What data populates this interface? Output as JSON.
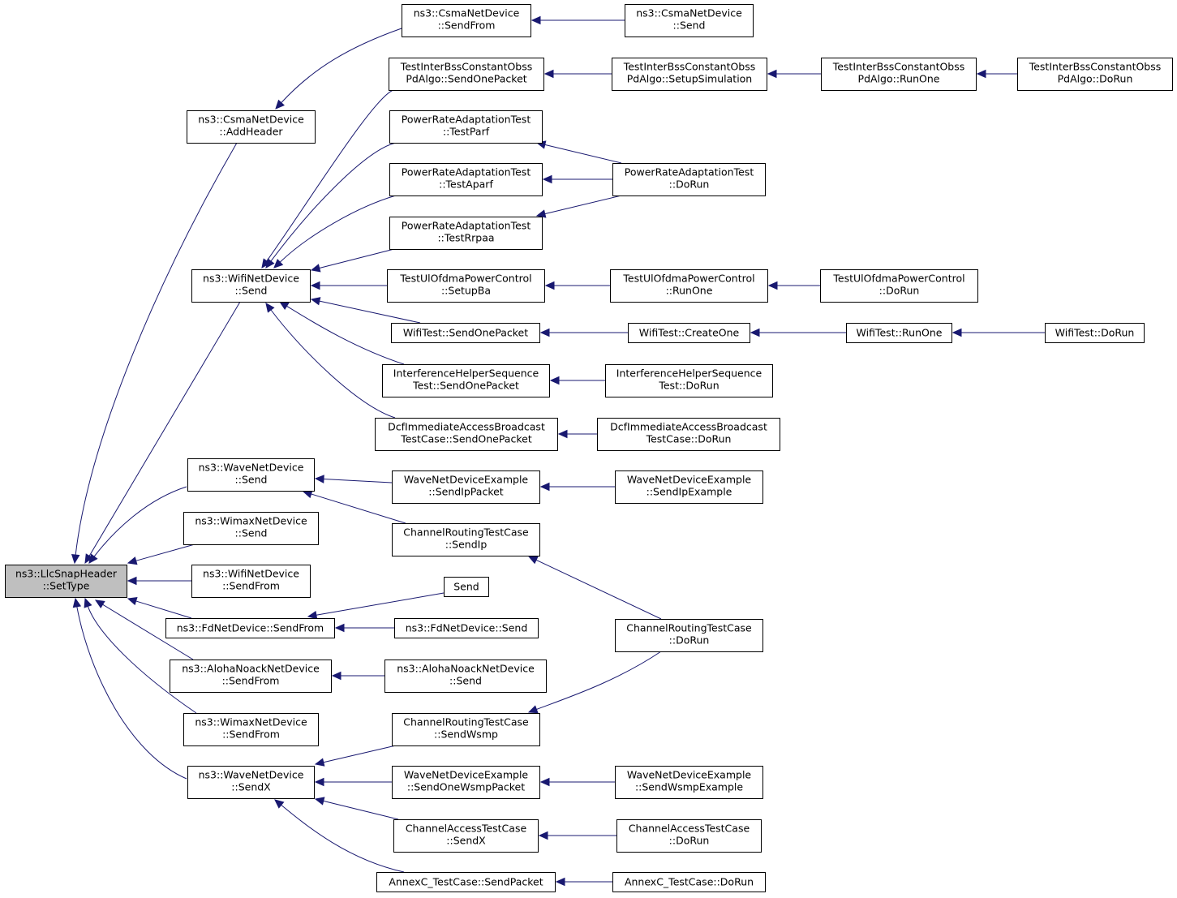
{
  "diagram": {
    "type": "call-graph",
    "colors": {
      "edge": "#191970",
      "node_fill": "#ffffff",
      "root_fill": "#bfbfbf",
      "border": "#000000"
    },
    "nodes": [
      {
        "id": "root",
        "lines": [
          "ns3::LlcSnapHeader",
          "::SetType"
        ]
      },
      {
        "id": "csma_addheader",
        "lines": [
          "ns3::CsmaNetDevice",
          "::AddHeader"
        ]
      },
      {
        "id": "wifi_send",
        "lines": [
          "ns3::WifiNetDevice",
          "::Send"
        ]
      },
      {
        "id": "wave_send",
        "lines": [
          "ns3::WaveNetDevice",
          "::Send"
        ]
      },
      {
        "id": "wimax_send",
        "lines": [
          "ns3::WimaxNetDevice",
          "::Send"
        ]
      },
      {
        "id": "wifi_sendfrom",
        "lines": [
          "ns3::WifiNetDevice",
          "::SendFrom"
        ]
      },
      {
        "id": "fd_sendfrom",
        "lines": [
          "ns3::FdNetDevice::SendFrom"
        ]
      },
      {
        "id": "aloha_sendfrom",
        "lines": [
          "ns3::AlohaNoackNetDevice",
          "::SendFrom"
        ]
      },
      {
        "id": "wimax_sendfrom",
        "lines": [
          "ns3::WimaxNetDevice",
          "::SendFrom"
        ]
      },
      {
        "id": "wave_sendx",
        "lines": [
          "ns3::WaveNetDevice",
          "::SendX"
        ]
      },
      {
        "id": "csma_sendfrom",
        "lines": [
          "ns3::CsmaNetDevice",
          "::SendFrom"
        ]
      },
      {
        "id": "csma_send",
        "lines": [
          "ns3::CsmaNetDevice",
          "::Send"
        ]
      },
      {
        "id": "tib_sendone",
        "lines": [
          "TestInterBssConstantObss",
          "PdAlgo::SendOnePacket"
        ]
      },
      {
        "id": "tib_setup",
        "lines": [
          "TestInterBssConstantObss",
          "PdAlgo::SetupSimulation"
        ]
      },
      {
        "id": "tib_runone",
        "lines": [
          "TestInterBssConstantObss",
          "PdAlgo::RunOne"
        ]
      },
      {
        "id": "tib_dorun",
        "lines": [
          "TestInterBssConstantObss",
          "PdAlgo::DoRun"
        ]
      },
      {
        "id": "pra_parf",
        "lines": [
          "PowerRateAdaptationTest",
          "::TestParf"
        ]
      },
      {
        "id": "pra_aparf",
        "lines": [
          "PowerRateAdaptationTest",
          "::TestAparf"
        ]
      },
      {
        "id": "pra_rrpaa",
        "lines": [
          "PowerRateAdaptationTest",
          "::TestRrpaa"
        ]
      },
      {
        "id": "pra_dorun",
        "lines": [
          "PowerRateAdaptationTest",
          "::DoRun"
        ]
      },
      {
        "id": "tul_setupba",
        "lines": [
          "TestUlOfdmaPowerControl",
          "::SetupBa"
        ]
      },
      {
        "id": "tul_runone",
        "lines": [
          "TestUlOfdmaPowerControl",
          "::RunOne"
        ]
      },
      {
        "id": "tul_dorun",
        "lines": [
          "TestUlOfdmaPowerControl",
          "::DoRun"
        ]
      },
      {
        "id": "wt_sendone",
        "lines": [
          "WifiTest::SendOnePacket"
        ]
      },
      {
        "id": "wt_createone",
        "lines": [
          "WifiTest::CreateOne"
        ]
      },
      {
        "id": "wt_runone",
        "lines": [
          "WifiTest::RunOne"
        ]
      },
      {
        "id": "wt_dorun",
        "lines": [
          "WifiTest::DoRun"
        ]
      },
      {
        "id": "ihs_sendone",
        "lines": [
          "InterferenceHelperSequence",
          "Test::SendOnePacket"
        ]
      },
      {
        "id": "ihs_dorun",
        "lines": [
          "InterferenceHelperSequence",
          "Test::DoRun"
        ]
      },
      {
        "id": "dcf_sendone",
        "lines": [
          "DcfImmediateAccessBroadcast",
          "TestCase::SendOnePacket"
        ]
      },
      {
        "id": "dcf_dorun",
        "lines": [
          "DcfImmediateAccessBroadcast",
          "TestCase::DoRun"
        ]
      },
      {
        "id": "wnde_sendip",
        "lines": [
          "WaveNetDeviceExample",
          "::SendIpPacket"
        ]
      },
      {
        "id": "wnde_sendipex",
        "lines": [
          "WaveNetDeviceExample",
          "::SendIpExample"
        ]
      },
      {
        "id": "crt_sendip",
        "lines": [
          "ChannelRoutingTestCase",
          "::SendIp"
        ]
      },
      {
        "id": "send",
        "lines": [
          "Send"
        ]
      },
      {
        "id": "fd_send",
        "lines": [
          "ns3::FdNetDevice::Send"
        ]
      },
      {
        "id": "crt_dorun",
        "lines": [
          "ChannelRoutingTestCase",
          "::DoRun"
        ]
      },
      {
        "id": "aloha_send",
        "lines": [
          "ns3::AlohaNoackNetDevice",
          "::Send"
        ]
      },
      {
        "id": "crt_sendwsmp",
        "lines": [
          "ChannelRoutingTestCase",
          "::SendWsmp"
        ]
      },
      {
        "id": "wnde_sendwsmp",
        "lines": [
          "WaveNetDeviceExample",
          "::SendOneWsmpPacket"
        ]
      },
      {
        "id": "wnde_sendwsmpex",
        "lines": [
          "WaveNetDeviceExample",
          "::SendWsmpExample"
        ]
      },
      {
        "id": "cat_sendx",
        "lines": [
          "ChannelAccessTestCase",
          "::SendX"
        ]
      },
      {
        "id": "cat_dorun",
        "lines": [
          "ChannelAccessTestCase",
          "::DoRun"
        ]
      },
      {
        "id": "annexc_send",
        "lines": [
          "AnnexC_TestCase::SendPacket"
        ]
      },
      {
        "id": "annexc_dorun",
        "lines": [
          "AnnexC_TestCase::DoRun"
        ]
      }
    ],
    "edges": [
      {
        "from": "csma_addheader",
        "to": "root"
      },
      {
        "from": "wifi_send",
        "to": "root"
      },
      {
        "from": "wave_send",
        "to": "root"
      },
      {
        "from": "wimax_send",
        "to": "root"
      },
      {
        "from": "wifi_sendfrom",
        "to": "root"
      },
      {
        "from": "fd_sendfrom",
        "to": "root"
      },
      {
        "from": "aloha_sendfrom",
        "to": "root"
      },
      {
        "from": "wimax_sendfrom",
        "to": "root"
      },
      {
        "from": "wave_sendx",
        "to": "root"
      },
      {
        "from": "csma_sendfrom",
        "to": "csma_addheader"
      },
      {
        "from": "csma_send",
        "to": "csma_sendfrom"
      },
      {
        "from": "tib_sendone",
        "to": "wifi_send"
      },
      {
        "from": "pra_parf",
        "to": "wifi_send"
      },
      {
        "from": "pra_aparf",
        "to": "wifi_send"
      },
      {
        "from": "pra_rrpaa",
        "to": "wifi_send"
      },
      {
        "from": "tul_setupba",
        "to": "wifi_send"
      },
      {
        "from": "wt_sendone",
        "to": "wifi_send"
      },
      {
        "from": "ihs_sendone",
        "to": "wifi_send"
      },
      {
        "from": "dcf_sendone",
        "to": "wifi_send"
      },
      {
        "from": "tib_setup",
        "to": "tib_sendone"
      },
      {
        "from": "tib_runone",
        "to": "tib_setup"
      },
      {
        "from": "tib_dorun",
        "to": "tib_runone"
      },
      {
        "from": "pra_dorun",
        "to": "pra_parf"
      },
      {
        "from": "pra_dorun",
        "to": "pra_aparf"
      },
      {
        "from": "pra_dorun",
        "to": "pra_rrpaa"
      },
      {
        "from": "tul_runone",
        "to": "tul_setupba"
      },
      {
        "from": "tul_dorun",
        "to": "tul_runone"
      },
      {
        "from": "wt_createone",
        "to": "wt_sendone"
      },
      {
        "from": "wt_runone",
        "to": "wt_createone"
      },
      {
        "from": "wt_dorun",
        "to": "wt_runone"
      },
      {
        "from": "ihs_dorun",
        "to": "ihs_sendone"
      },
      {
        "from": "dcf_dorun",
        "to": "dcf_sendone"
      },
      {
        "from": "wnde_sendip",
        "to": "wave_send"
      },
      {
        "from": "crt_sendip",
        "to": "wave_send"
      },
      {
        "from": "wnde_sendipex",
        "to": "wnde_sendip"
      },
      {
        "from": "crt_dorun",
        "to": "crt_sendip"
      },
      {
        "from": "send",
        "to": "fd_sendfrom"
      },
      {
        "from": "fd_send",
        "to": "fd_sendfrom"
      },
      {
        "from": "aloha_send",
        "to": "aloha_sendfrom"
      },
      {
        "from": "crt_sendwsmp",
        "to": "wave_sendx"
      },
      {
        "from": "wnde_sendwsmp",
        "to": "wave_sendx"
      },
      {
        "from": "cat_sendx",
        "to": "wave_sendx"
      },
      {
        "from": "annexc_send",
        "to": "wave_sendx"
      },
      {
        "from": "crt_dorun",
        "to": "crt_sendwsmp"
      },
      {
        "from": "wnde_sendwsmpex",
        "to": "wnde_sendwsmp"
      },
      {
        "from": "cat_dorun",
        "to": "cat_sendx"
      },
      {
        "from": "annexc_dorun",
        "to": "annexc_send"
      }
    ]
  }
}
